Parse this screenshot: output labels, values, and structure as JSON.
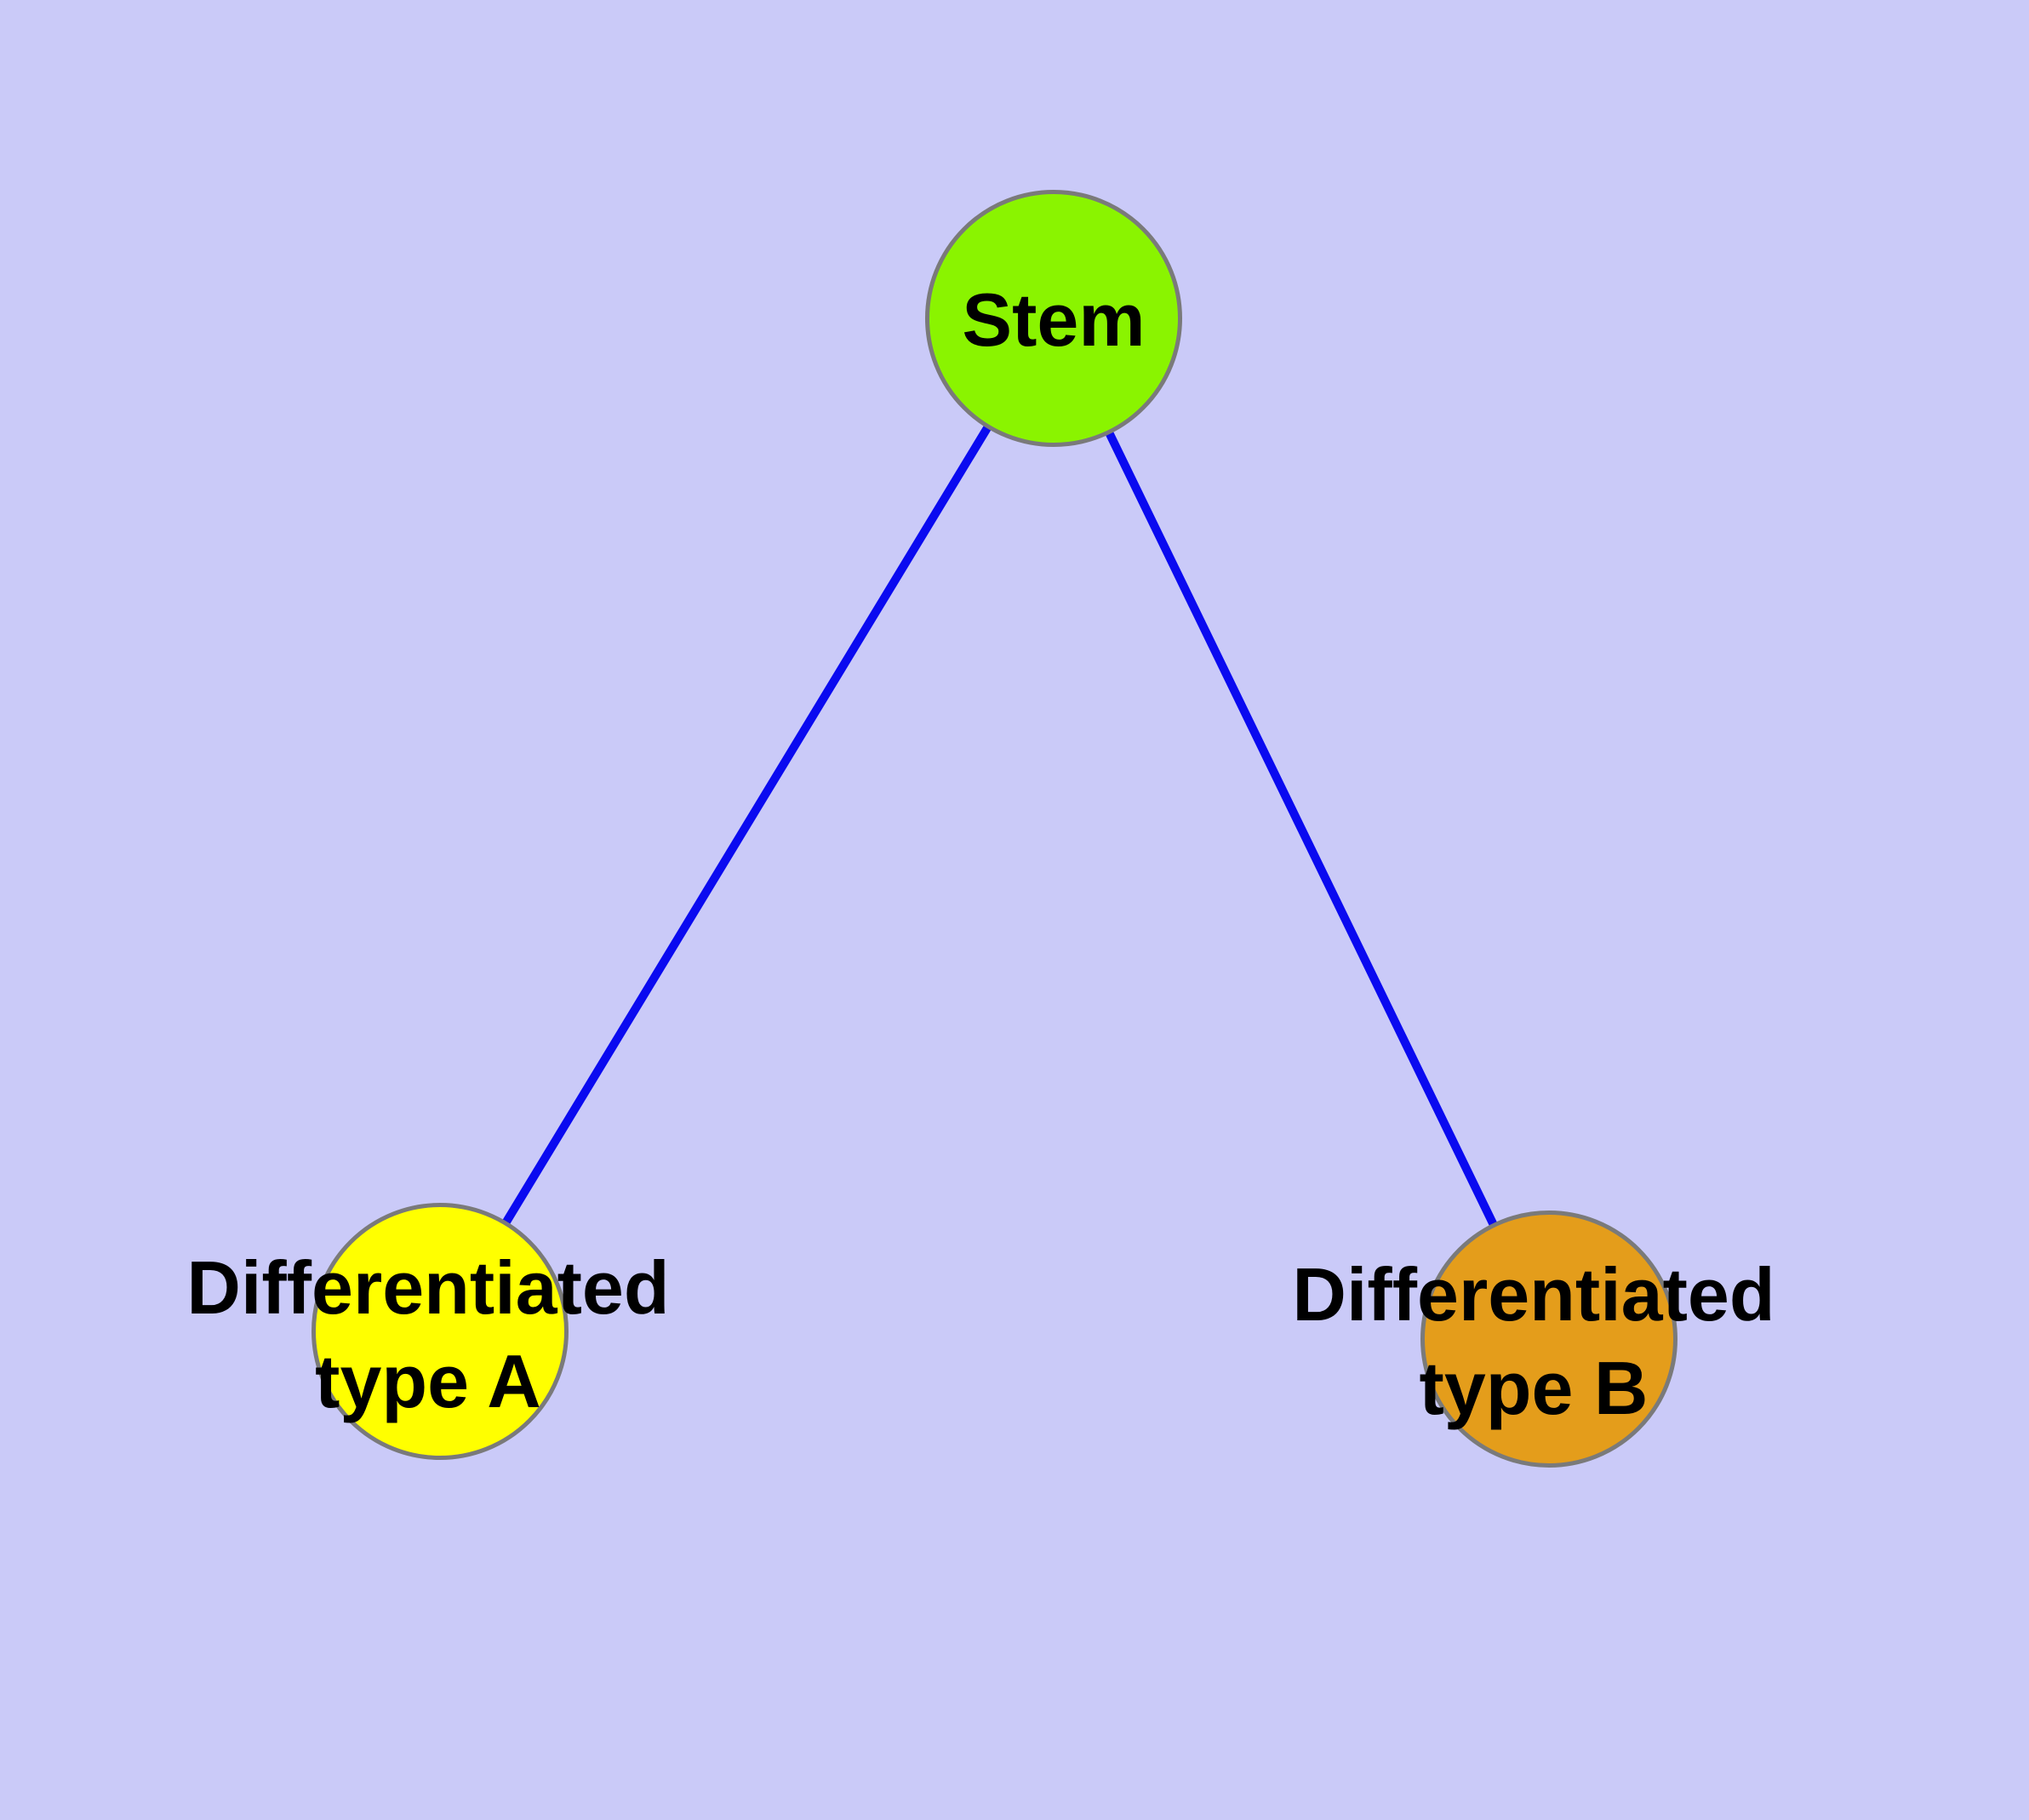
{
  "diagram": {
    "background_color": "#CACAF8",
    "edge_color": "#0A0AF0",
    "node_border_color": "#7A7A7A",
    "label_color": "#000000",
    "nodes": [
      {
        "id": "stem",
        "label": "Stem",
        "fill_color": "#8AF400"
      },
      {
        "id": "differentiated-type-a",
        "label": "Differentiated\ntype A",
        "fill_color": "#FFFF00"
      },
      {
        "id": "differentiated-type-b",
        "label": "Differentiated\ntype B",
        "fill_color": "#E49D1B"
      }
    ],
    "edges": [
      {
        "from": "stem",
        "to": "differentiated-type-a"
      },
      {
        "from": "stem",
        "to": "differentiated-type-b"
      }
    ]
  }
}
